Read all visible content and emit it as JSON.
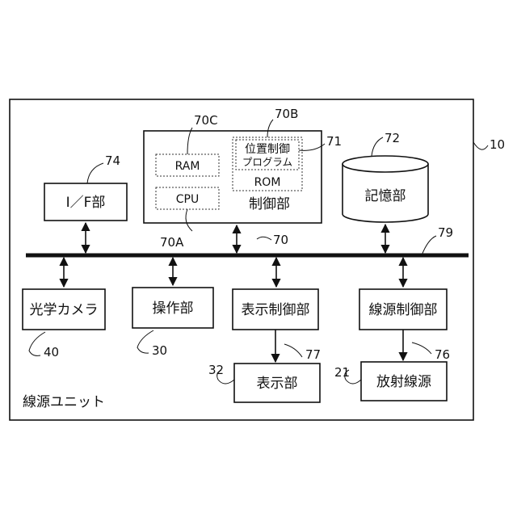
{
  "diagram": {
    "unit_ref": "10",
    "unit_label": "線源ユニット",
    "bus_ref": "79",
    "control": {
      "label": "制御部",
      "ref": "70",
      "ram": {
        "label": "RAM",
        "ref": "70C"
      },
      "cpu": {
        "label": "CPU",
        "ref": "70A"
      },
      "rom": {
        "label": "ROM",
        "ref": "70B"
      },
      "program": {
        "line1": "位置制御",
        "line2": "プログラム",
        "ref": "71"
      }
    },
    "storage": {
      "label": "記憶部",
      "ref": "72"
    },
    "interface": {
      "label": "I／F部",
      "ref": "74"
    },
    "camera": {
      "label": "光学カメラ",
      "ref": "40"
    },
    "operation": {
      "label": "操作部",
      "ref": "30"
    },
    "display_control": {
      "label": "表示制御部",
      "ref": "77"
    },
    "display": {
      "label": "表示部",
      "ref": "32"
    },
    "source_control": {
      "label": "線源制御部",
      "ref": "76"
    },
    "radiation_source": {
      "label": "放射線源",
      "ref": "21"
    }
  }
}
